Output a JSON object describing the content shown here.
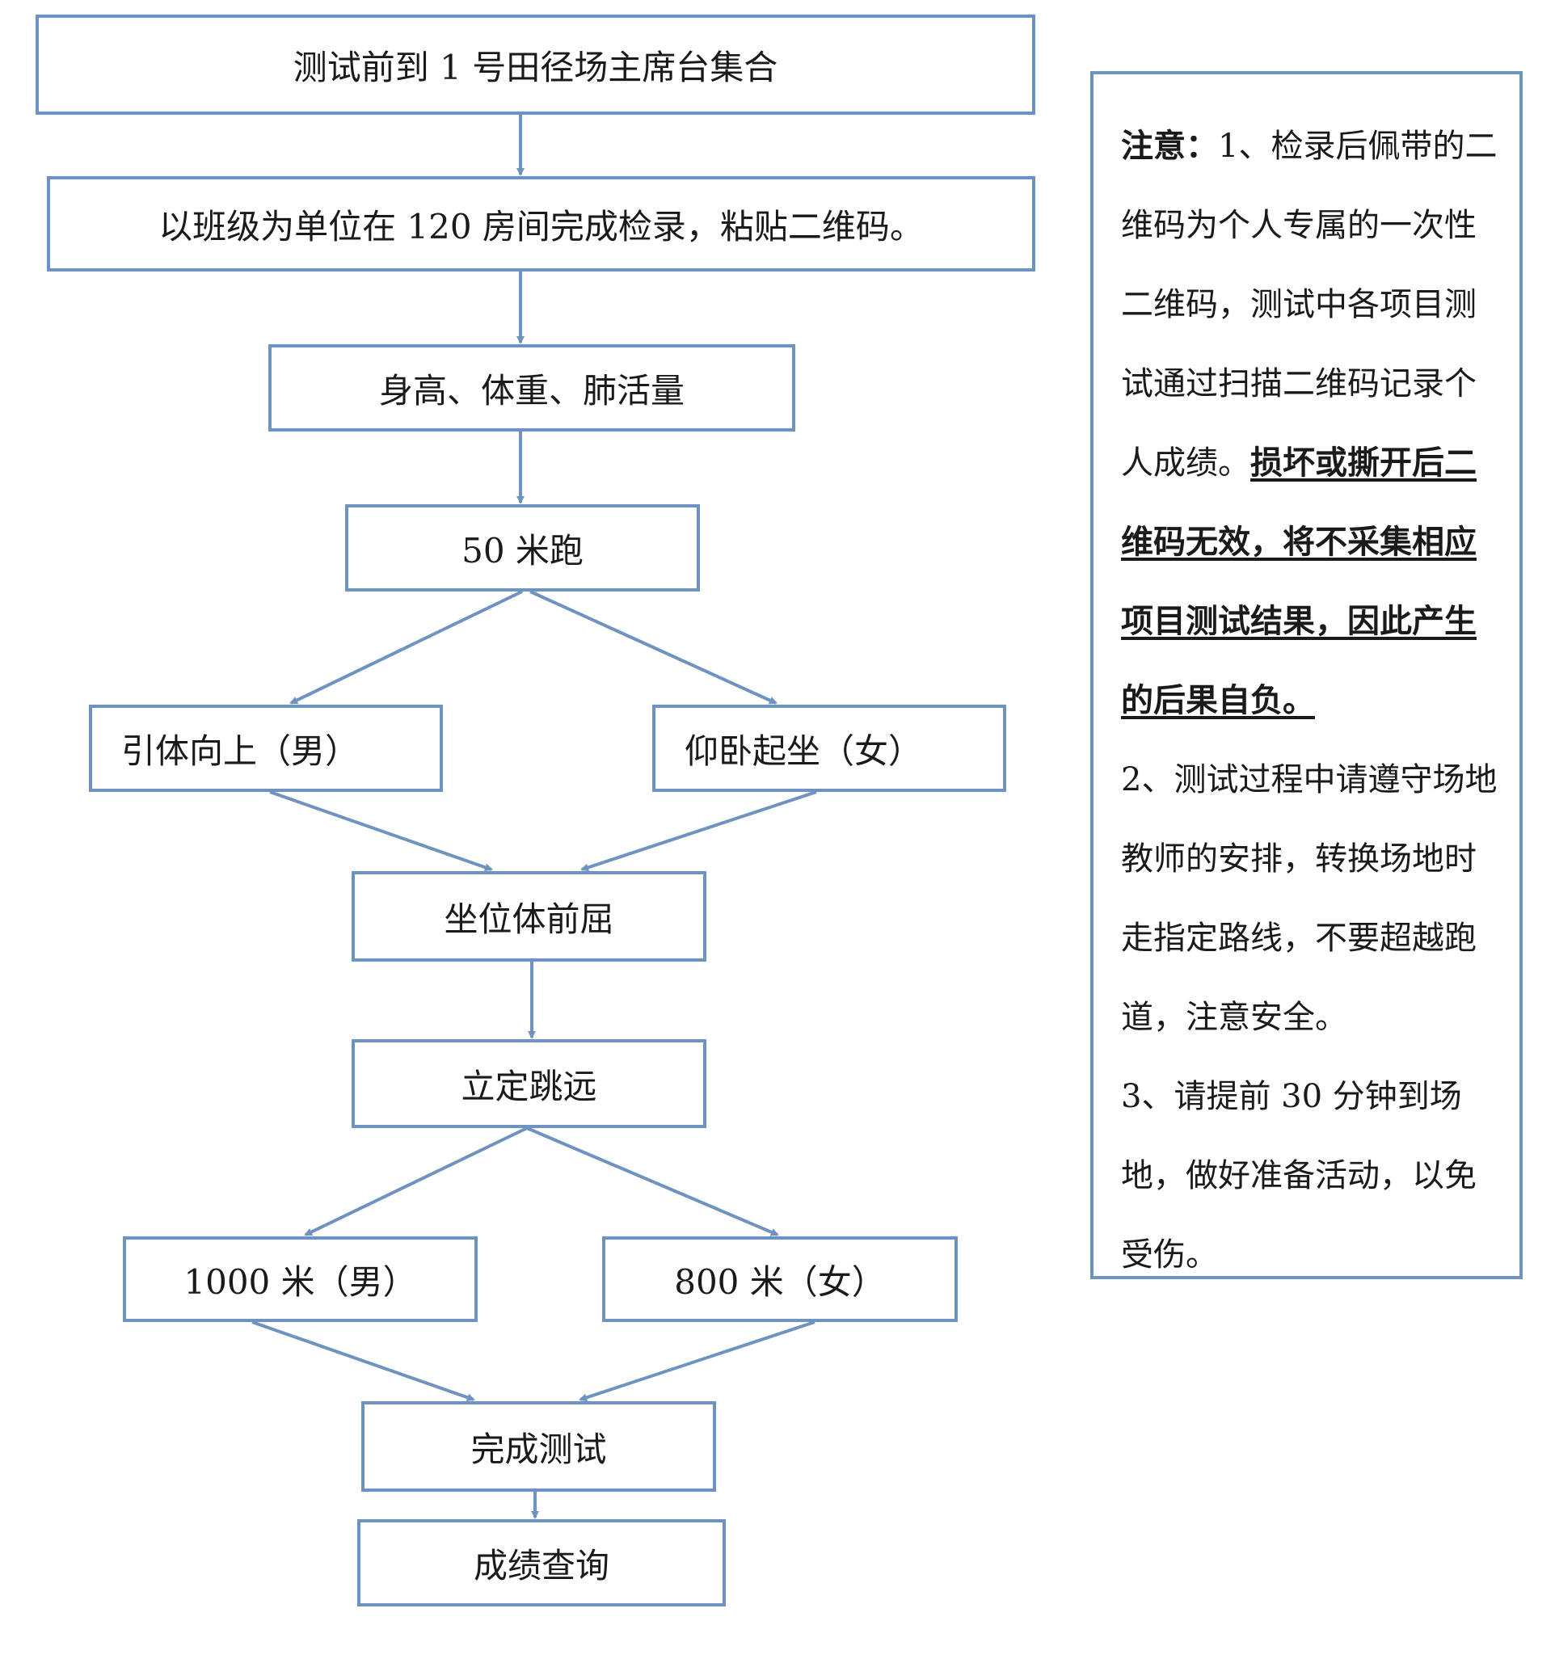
{
  "flow": {
    "assemble": "测试前到 1 号田径场主席台集合",
    "checkin": "以班级为单位在 120 房间完成检录，粘贴二维码。",
    "body_metrics": "身高、体重、肺活量",
    "sprint_50m": "50 米跑",
    "pullup_male": "引体向上（男）",
    "situp_female": "仰卧起坐（女）",
    "sit_reach": "坐位体前屈",
    "long_jump": "立定跳远",
    "run_1000m_male": "1000 米（男）",
    "run_800m_female": "800 米（女）",
    "finish": "完成测试",
    "query": "成绩查询"
  },
  "note": {
    "heading": "注意：",
    "item1_intro": "1、检录后佩带的二维码为个人专属的一次性二维码，测试中各项目测试通过扫描二维码记录个人成绩。",
    "item1_warning": "损坏或撕开后二维码无效，将不采集相应项目测试结果，因此产生的后果自负。",
    "item2": "2、测试过程中请遵守场地教师的安排，转换场地时走指定路线，不要超越跑道，注意安全。",
    "item3": "3、请提前 30 分钟到场地，做好准备活动，以免受伤。"
  },
  "colors": {
    "stroke": "#6f93c0"
  }
}
